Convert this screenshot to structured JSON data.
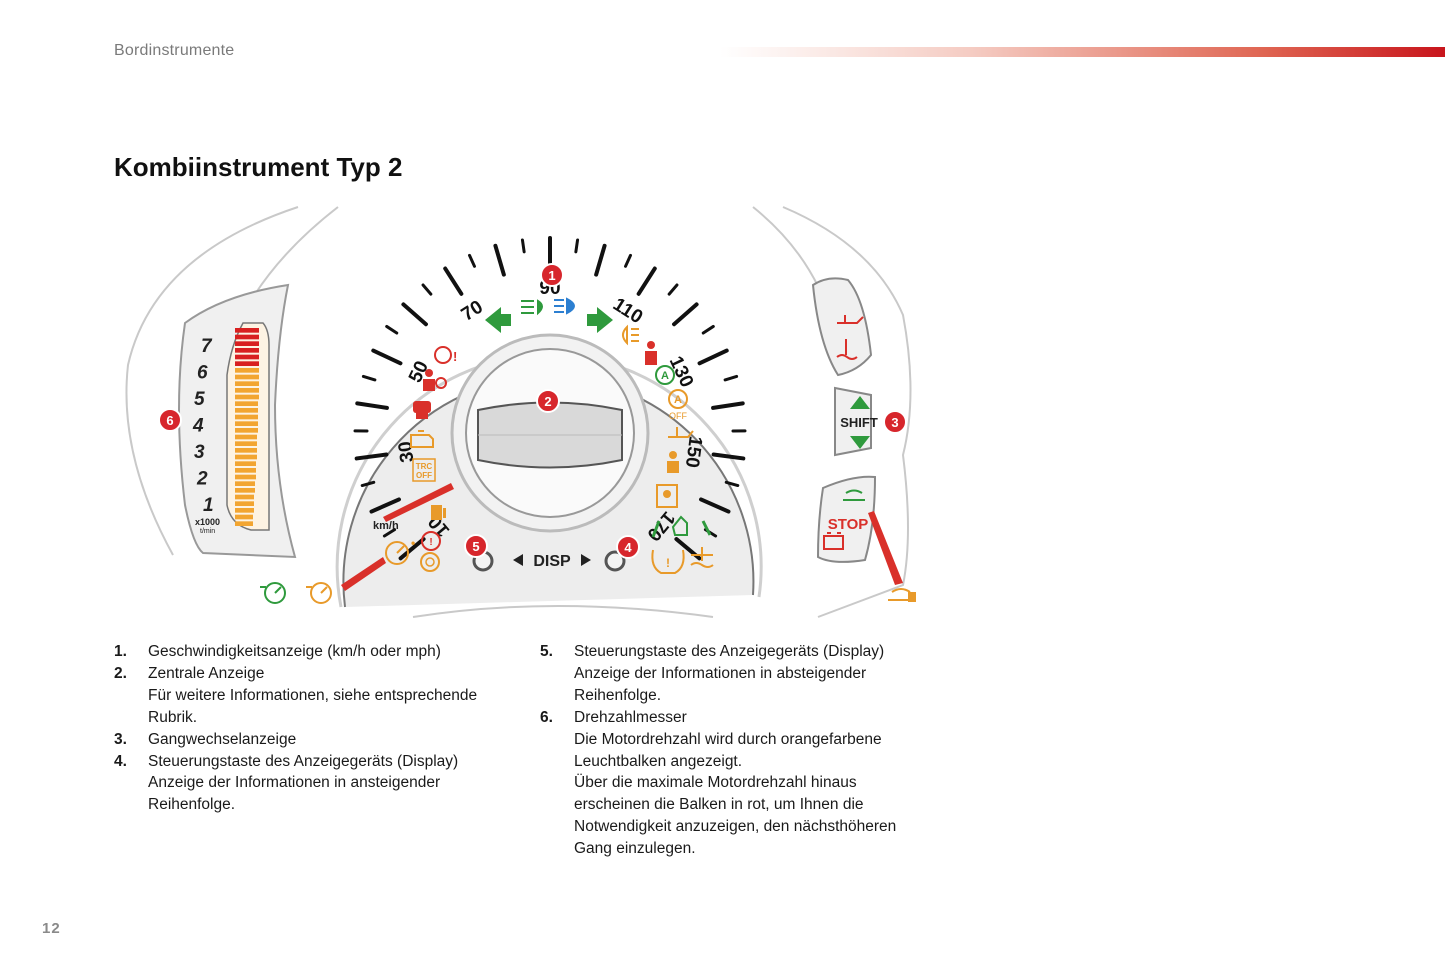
{
  "header": {
    "section": "Bordinstrumente",
    "accent_color": "#c8151c"
  },
  "title": "Kombiinstrument Typ 2",
  "figure": {
    "speed_labels": [
      "10",
      "30",
      "50",
      "70",
      "90",
      "110",
      "130",
      "150",
      "170"
    ],
    "speed_unit": "km/h",
    "rpm_labels": [
      "1",
      "2",
      "3",
      "4",
      "5",
      "6",
      "7"
    ],
    "rpm_unit_line1": "x1000",
    "rpm_unit_line2": "t/min",
    "shift_label": "SHIFT",
    "stop_label": "STOP",
    "disp_label": "DISP",
    "tcs_label_line1": "TRC",
    "tcs_label_line2": "OFF",
    "auto_off_label": "OFF",
    "callouts": [
      "1",
      "2",
      "3",
      "4",
      "5",
      "6"
    ],
    "colors": {
      "callout_red": "#d7262c",
      "warning_red": "#d9302a",
      "indicator_green": "#2f9a3d",
      "amber": "#e89a2a",
      "blue": "#2c7fd1",
      "rpm_orange": "#f2a531",
      "rpm_red": "#d82020",
      "gauge_face": "#ededed",
      "display_grey": "#d9d9d9"
    },
    "icons": [
      "front-fog-light-icon",
      "headlight-high-beam-icon",
      "rear-fog-light-icon",
      "turn-left-arrow-icon",
      "turn-right-arrow-icon",
      "power-steering-warning-icon",
      "airbag-warning-icon",
      "seatbelt-warning-icon",
      "engine-warning-icon",
      "traction-control-off-icon",
      "fuel-level-icon",
      "cruise-control-icon",
      "brake-warning-icon",
      "abs-warning-icon",
      "stop-start-auto-icon",
      "stop-start-off-icon",
      "door-open-icon",
      "tyre-pressure-icon",
      "oil-pressure-icon",
      "coolant-temperature-icon",
      "battery-charge-icon"
    ]
  },
  "legend": {
    "left": [
      {
        "number": "1.",
        "lines": [
          "Geschwindigkeitsanzeige (km/h oder mph)"
        ]
      },
      {
        "number": "2.",
        "lines": [
          "Zentrale Anzeige",
          "Für weitere Informationen, siehe entsprechende",
          "Rubrik."
        ]
      },
      {
        "number": "3.",
        "lines": [
          "Gangwechselanzeige"
        ]
      },
      {
        "number": "4.",
        "lines": [
          "Steuerungstaste des Anzeigegeräts (Display)",
          "Anzeige der Informationen in ansteigender",
          "Reihenfolge."
        ]
      }
    ],
    "right": [
      {
        "number": "5.",
        "lines": [
          "Steuerungstaste des Anzeigegeräts (Display)",
          "Anzeige der Informationen in absteigender",
          "Reihenfolge."
        ]
      },
      {
        "number": "6.",
        "lines": [
          "Drehzahlmesser",
          "Die Motordrehzahl wird durch orangefarbene",
          "Leuchtbalken angezeigt.",
          "Über die maximale Motordrehzahl hinaus",
          "erscheinen die Balken in rot, um Ihnen die",
          "Notwendigkeit anzuzeigen, den nächsthöheren",
          "Gang einzulegen."
        ]
      }
    ]
  },
  "page_number": "12"
}
